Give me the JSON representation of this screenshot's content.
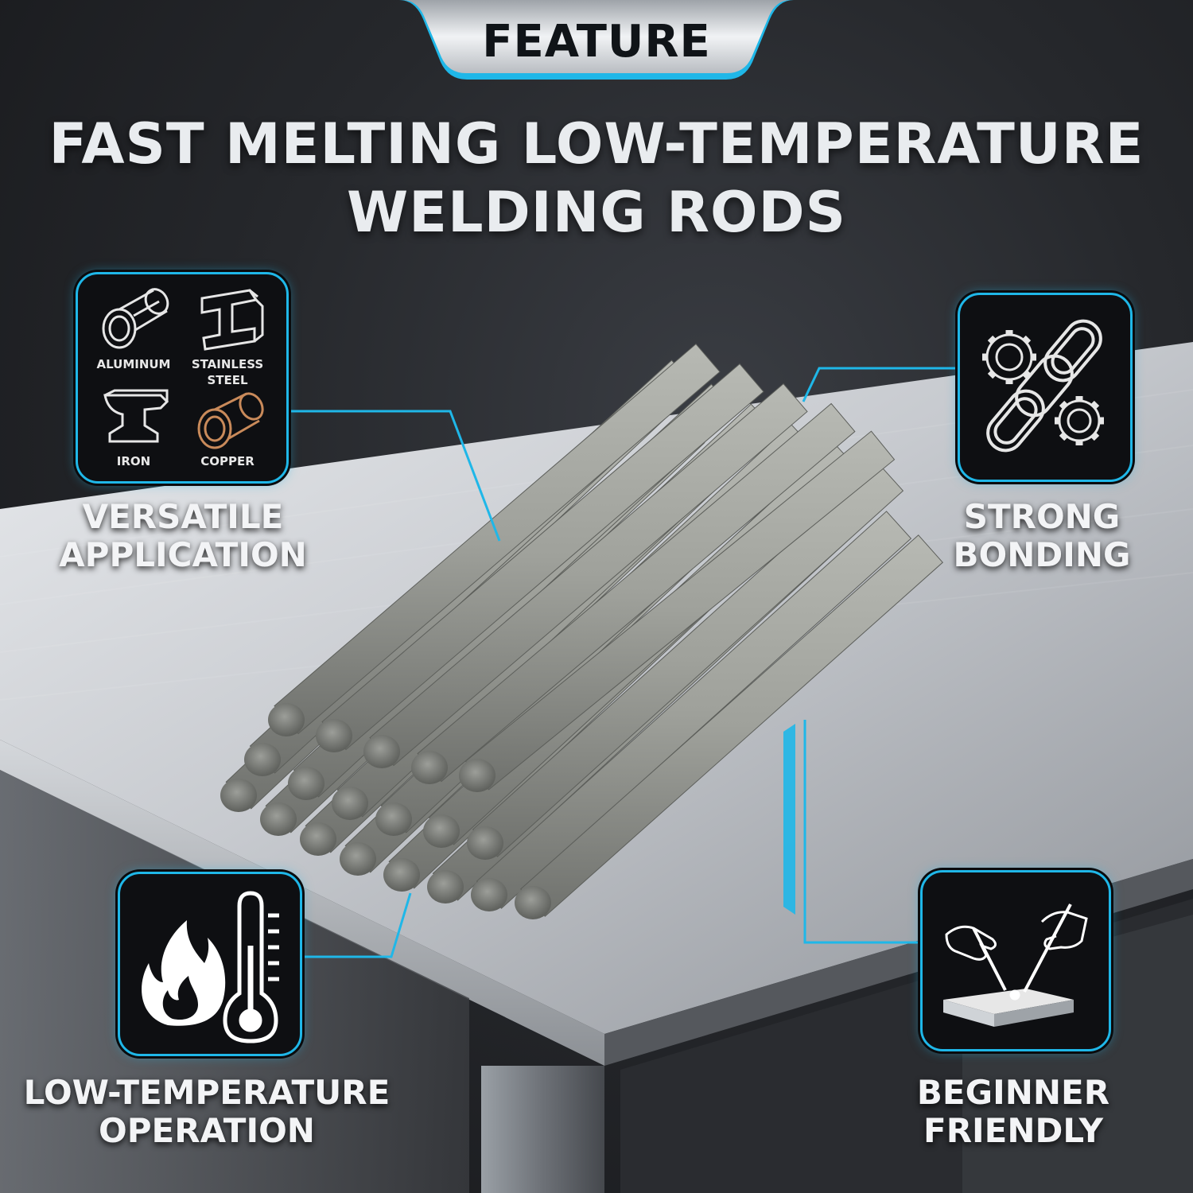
{
  "tab_label": "FEATURE",
  "headline": {
    "line1": "FAST MELTING LOW-TEMPERATURE",
    "line2": "WELDING RODS"
  },
  "features": {
    "versatile": {
      "line1": "VERSATILE",
      "line2": "APPLICATION",
      "materials": {
        "aluminum": "ALUMINUM",
        "stainless_line1": "STAINLESS",
        "stainless_line2": "STEEL",
        "iron": "IRON",
        "copper": "COPPER"
      },
      "icons": [
        "pipe-icon",
        "i-beam-icon",
        "anvil-icon",
        "copper-pipe-icon"
      ]
    },
    "strong": {
      "line1": "STRONG",
      "line2": "BONDING",
      "icon": "chain-gears-icon"
    },
    "low_temp": {
      "line1": "LOW-TEMPERATURE",
      "line2": "OPERATION",
      "icon": "flame-thermometer-icon"
    },
    "beginner": {
      "line1": "BEGINNER",
      "line2": "FRIENDLY",
      "icon": "hands-welding-icon"
    }
  },
  "colors": {
    "accent": "#1fb7e8",
    "background": "#1d1e21",
    "text": "#f3f4f6",
    "copper": "#c98a5a"
  }
}
